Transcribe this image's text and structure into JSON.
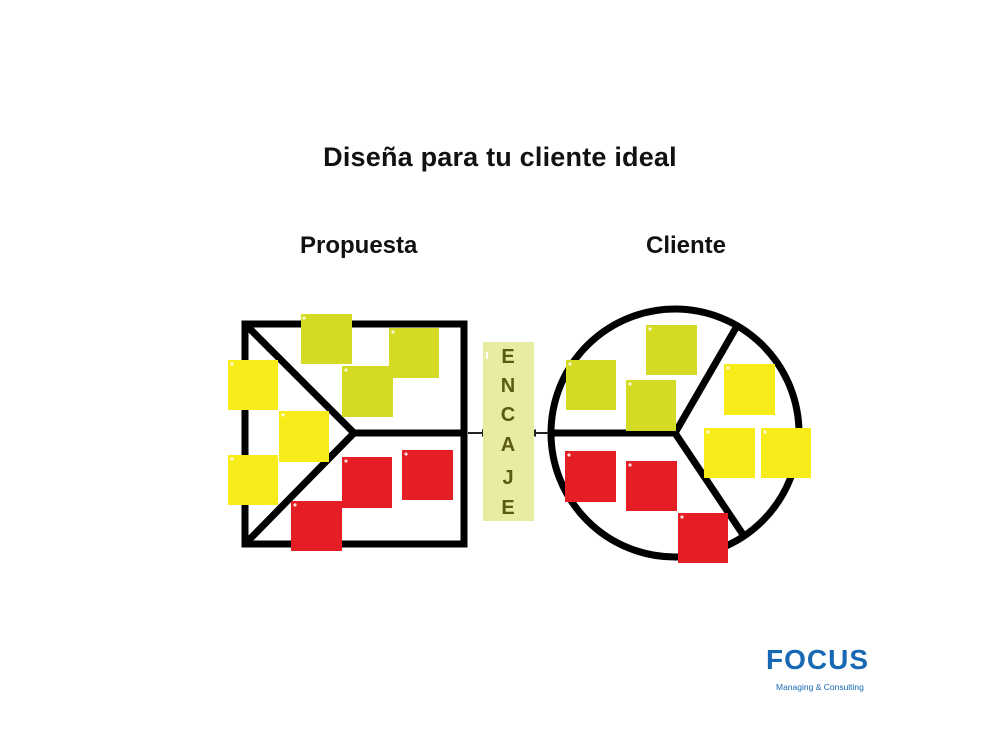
{
  "title": "Diseña para tu cliente ideal",
  "labels": {
    "left": "Propuesta",
    "right": "Cliente"
  },
  "encaje_letters": [
    "E",
    "N",
    "C",
    "A",
    "J",
    "E"
  ],
  "logo": {
    "name": "FOCUS",
    "tagline": "Managing & Consulting"
  },
  "colors": {
    "yellow_note": "#f7ec1a",
    "green_note": "#d3db23",
    "red_note": "#e51d25",
    "encaje_bg": "#e8eca2",
    "outline": "#000000",
    "brand": "#1769b3"
  }
}
